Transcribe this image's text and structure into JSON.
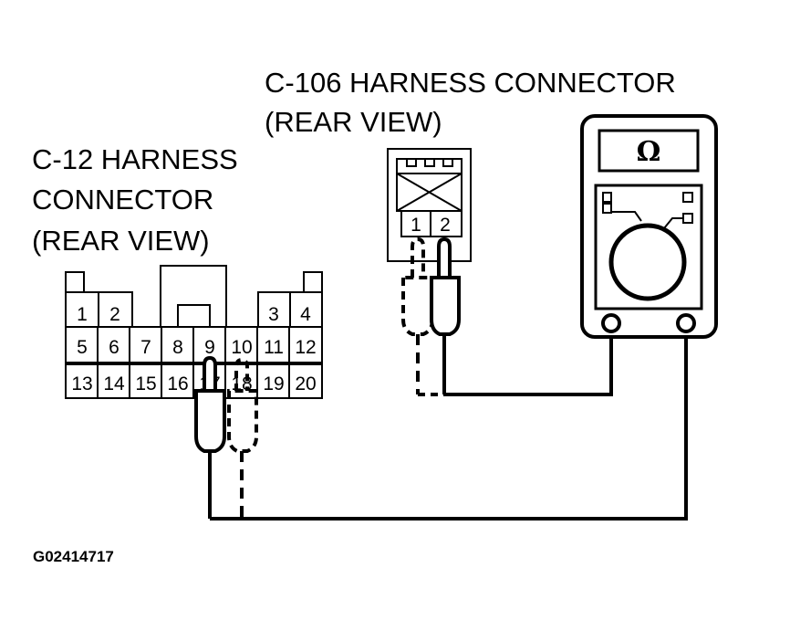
{
  "labels": {
    "c106_line1": "C-106 HARNESS CONNECTOR",
    "c106_line2": "(REAR VIEW)",
    "c12_line1": "C-12 HARNESS",
    "c12_line2": "CONNECTOR",
    "c12_line3": "(REAR VIEW)",
    "figure_id": "G02414717"
  },
  "meter": {
    "symbol": "Ω"
  },
  "c106_pins": [
    "1",
    "2"
  ],
  "c12_pins": {
    "row1_left": [
      "1",
      "2"
    ],
    "row1_right": [
      "3",
      "4"
    ],
    "row2": [
      "5",
      "6",
      "7",
      "8",
      "9",
      "10",
      "11",
      "12"
    ],
    "row3": [
      "13",
      "14",
      "15",
      "16",
      "17",
      "18",
      "19",
      "20"
    ]
  }
}
